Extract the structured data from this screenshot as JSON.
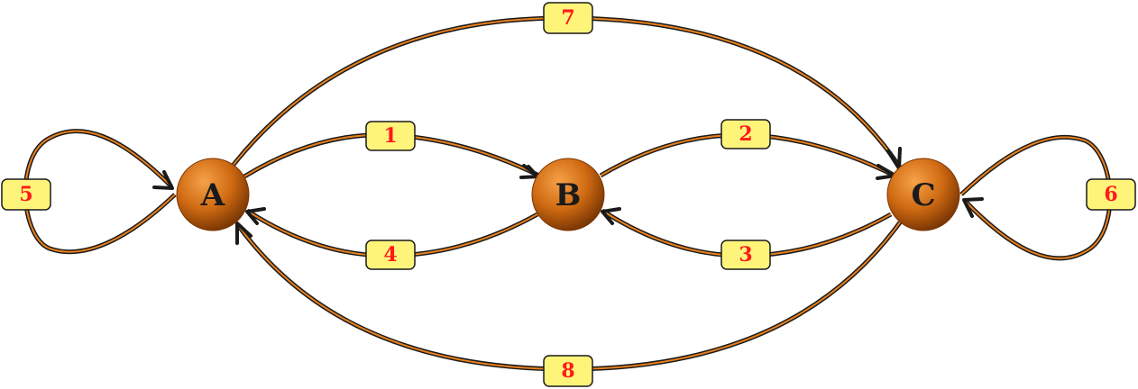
{
  "colors": {
    "edge_outer": "#1a1a1a",
    "edge_inner": "#e8801e",
    "node_light": "#f6a24a",
    "node_mid": "#cf6a12",
    "node_dark": "#7a3604",
    "node_label": "#1a1a1a",
    "label_fill": "#fff47a",
    "label_border": "#1a1a1a",
    "label_text": "#ff1a1a"
  },
  "nodes": [
    {
      "id": "A",
      "label": "A"
    },
    {
      "id": "B",
      "label": "B"
    },
    {
      "id": "C",
      "label": "C"
    }
  ],
  "edges": [
    {
      "id": "e1",
      "from": "A",
      "to": "B",
      "label": "1"
    },
    {
      "id": "e2",
      "from": "B",
      "to": "C",
      "label": "2"
    },
    {
      "id": "e3",
      "from": "C",
      "to": "B",
      "label": "3"
    },
    {
      "id": "e4",
      "from": "B",
      "to": "A",
      "label": "4"
    },
    {
      "id": "e5",
      "from": "A",
      "to": "A",
      "label": "5"
    },
    {
      "id": "e6",
      "from": "C",
      "to": "C",
      "label": "6"
    },
    {
      "id": "e7",
      "from": "A",
      "to": "C",
      "label": "7"
    },
    {
      "id": "e8",
      "from": "C",
      "to": "A",
      "label": "8"
    }
  ]
}
